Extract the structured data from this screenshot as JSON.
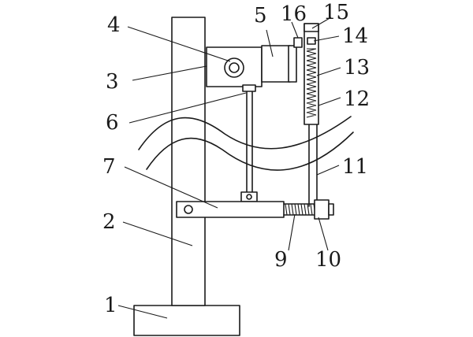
{
  "labels": {
    "n1": "1",
    "n2": "2",
    "n3": "3",
    "n4": "4",
    "n5": "5",
    "n6": "6",
    "n7": "7",
    "n9": "9",
    "n10": "10",
    "n11": "11",
    "n12": "12",
    "n13": "13",
    "n14": "14",
    "n15": "15",
    "n16": "16"
  },
  "colors": {
    "line": "#1a1a1a",
    "background": "#ffffff"
  }
}
